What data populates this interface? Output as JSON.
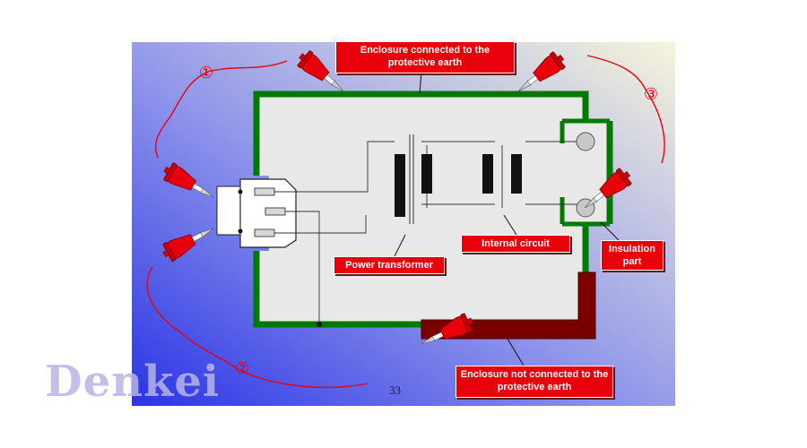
{
  "slide": {
    "page_number": "33",
    "watermark": "Denkei",
    "colors": {
      "earth_enclosure": "#007a00",
      "non_earth_enclosure": "#7a0000",
      "callout_fill": "#e8000b",
      "probe_red": "#e8000b",
      "lead_wire": "#e8000b",
      "internal_box": "#e8e8e8"
    }
  },
  "callouts": {
    "enclosure_earth": "Enclosure connected to the protective earth",
    "power_transformer": "Power transformer",
    "internal_circuit": "Internal circuit",
    "insulation_part": "Insulation part",
    "enclosure_not_earth": "Enclosure not  connected to the protective earth"
  },
  "probes": {
    "label_1": "①",
    "label_2": "②",
    "label_3": "③"
  },
  "icons": [
    "test-probe-icon",
    "power-inlet-icon",
    "transformer-icon",
    "terminal-icon"
  ]
}
